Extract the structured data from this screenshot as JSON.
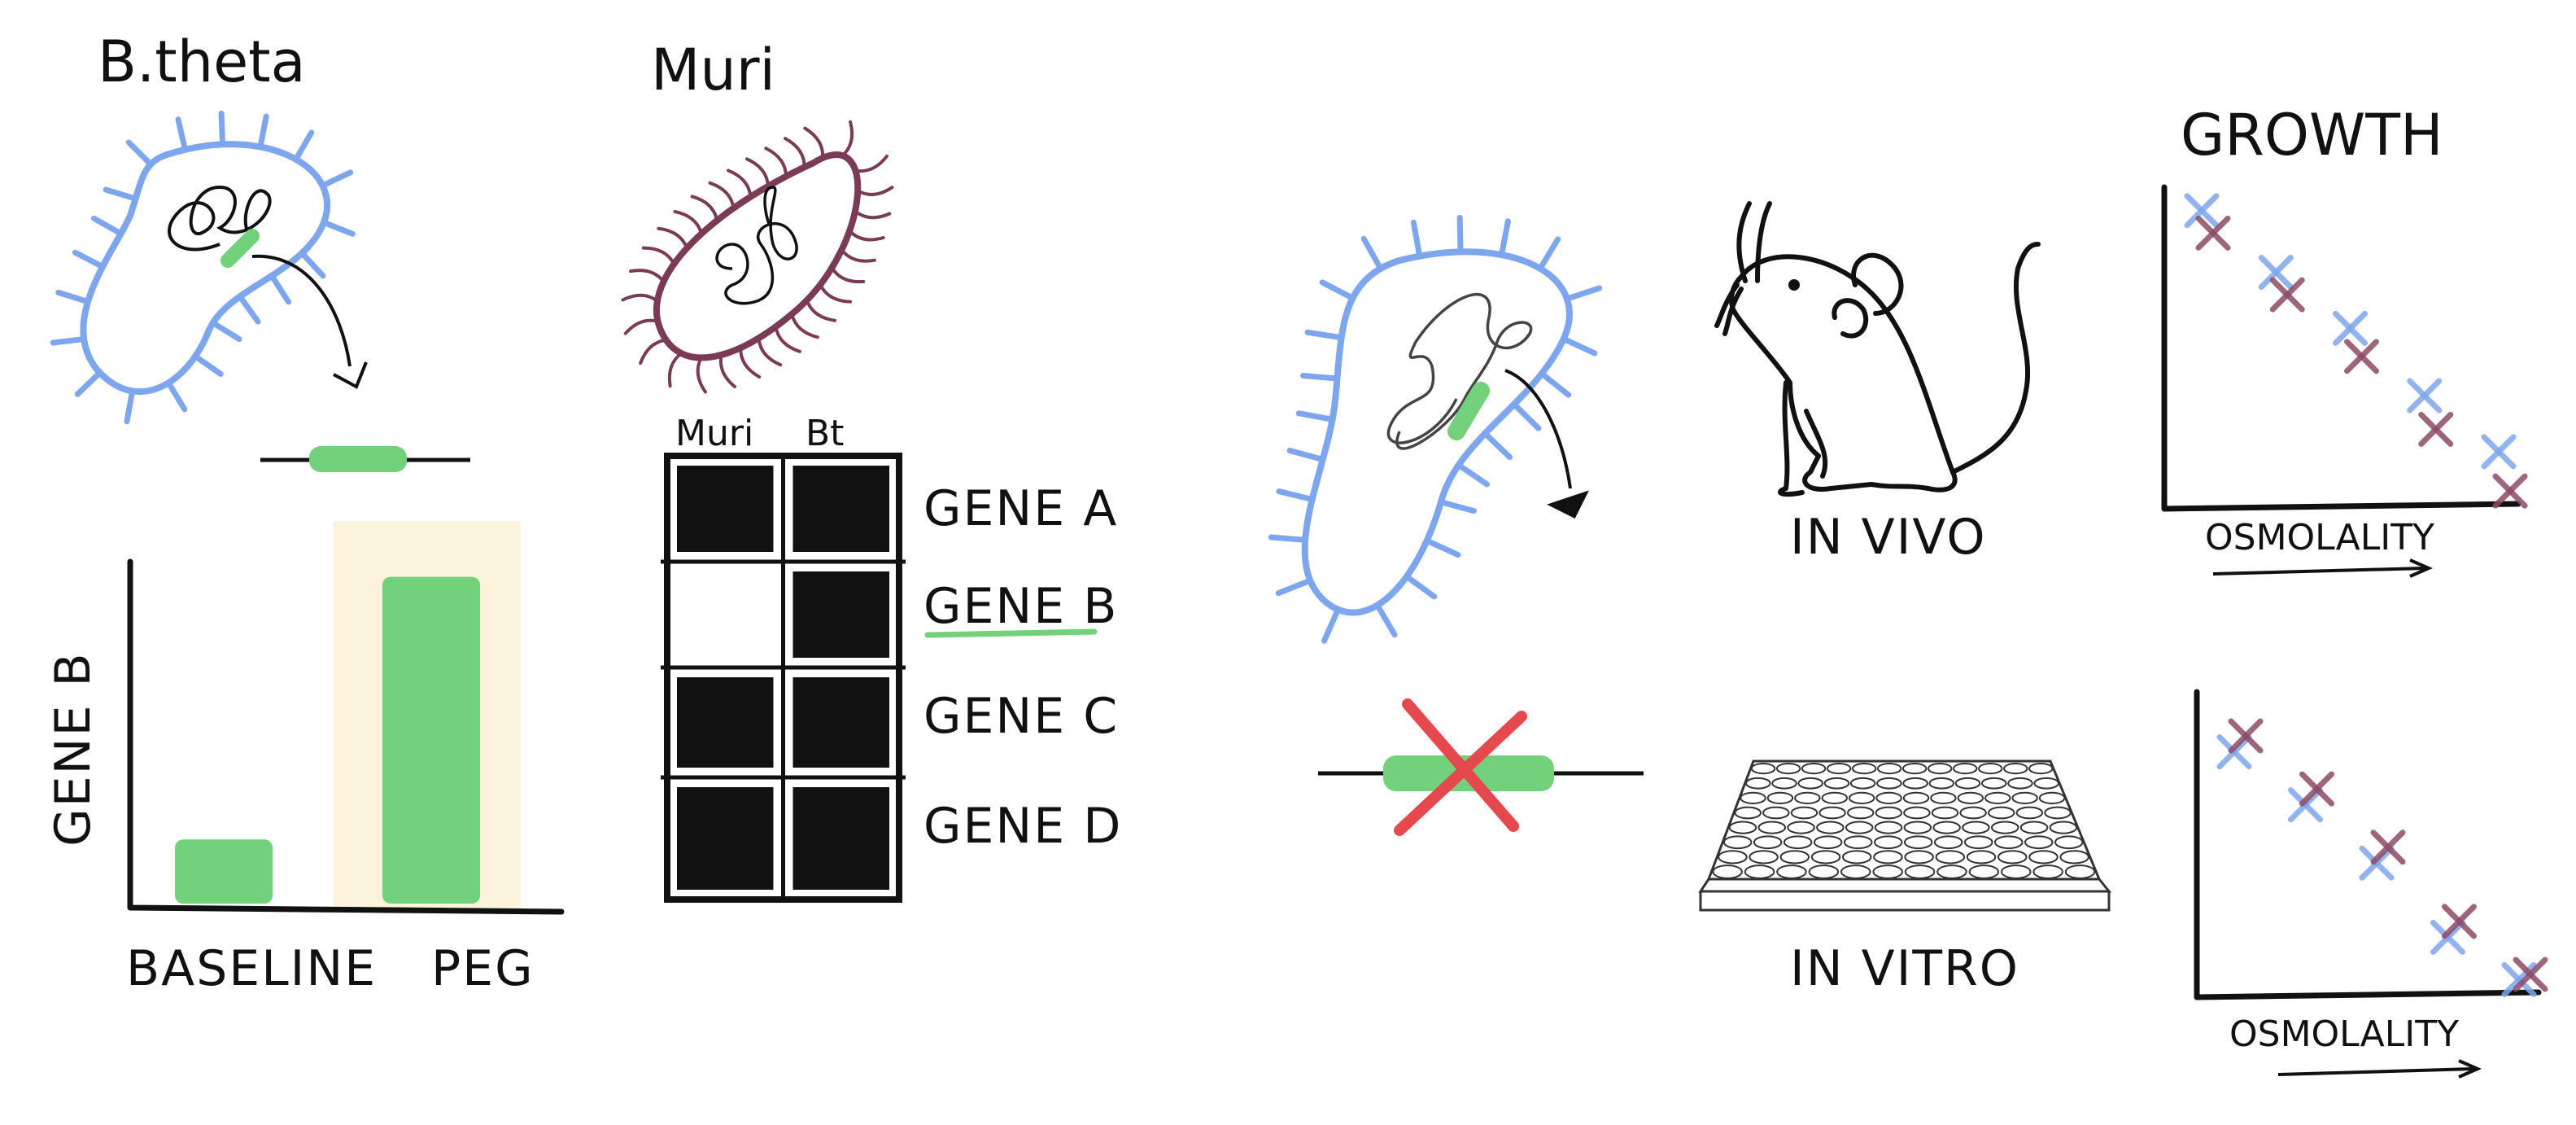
{
  "colors": {
    "bt_cell": "#7EA6EE",
    "muri_cell": "#7B3A55",
    "gene_green": "#72D17A",
    "knockout_red": "#E5484D",
    "peg_highlight": "#FCF3DC",
    "ink": "#111111"
  },
  "titles": {
    "b_theta": "B.theta",
    "muri": "Muri",
    "growth": "GROWTH"
  },
  "bar_chart": {
    "ylabel": "GENE B",
    "categories": [
      "BASELINE",
      "PEG"
    ]
  },
  "heatmap": {
    "columns": [
      "Muri",
      "Bt"
    ],
    "rows": [
      "GENE A",
      "GENE B",
      "GENE C",
      "GENE D"
    ]
  },
  "conditions": {
    "in_vivo": "IN VIVO",
    "in_vitro": "IN VITRO"
  },
  "growth_plots": {
    "xlabel_top": "OSMOLALITY",
    "xlabel_bottom": "OSMOLALITY"
  },
  "chart_data": [
    {
      "type": "bar",
      "categories": [
        "BASELINE",
        "PEG"
      ],
      "values": [
        1,
        5.1
      ],
      "ylim": [
        0,
        5.4
      ],
      "ylabel": "GENE B",
      "highlight_category": "PEG"
    },
    {
      "type": "heatmap",
      "columns": [
        "Muri",
        "Bt"
      ],
      "rows": [
        "GENE A",
        "GENE B",
        "GENE C",
        "GENE D"
      ],
      "values": [
        [
          1,
          1
        ],
        [
          0,
          1
        ],
        [
          1,
          1
        ],
        [
          1,
          1
        ]
      ],
      "highlighted_row": "GENE B"
    },
    {
      "type": "scatter",
      "xlabel": "OSMOLALITY",
      "ylabel": "",
      "series": [
        {
          "color": "#7EA6EE",
          "x": [
            1,
            2,
            3,
            4,
            5
          ],
          "y": [
            5.1,
            4,
            3,
            1.8,
            0.8
          ]
        },
        {
          "color": "#8C4B66",
          "x": [
            1,
            2,
            3,
            4,
            5
          ],
          "y": [
            4.7,
            3.6,
            2.5,
            1.2,
            0.1
          ]
        }
      ]
    },
    {
      "type": "scatter",
      "xlabel": "OSMOLALITY",
      "ylabel": "",
      "series": [
        {
          "color": "#7EA6EE",
          "x": [
            1,
            2,
            3,
            4,
            5
          ],
          "y": [
            4.4,
            3.4,
            2.3,
            0.9,
            0.1
          ]
        },
        {
          "color": "#8C4B66",
          "x": [
            1,
            2,
            3,
            4,
            5
          ],
          "y": [
            4.7,
            3.7,
            2.6,
            1.2,
            0.2
          ]
        }
      ]
    }
  ]
}
